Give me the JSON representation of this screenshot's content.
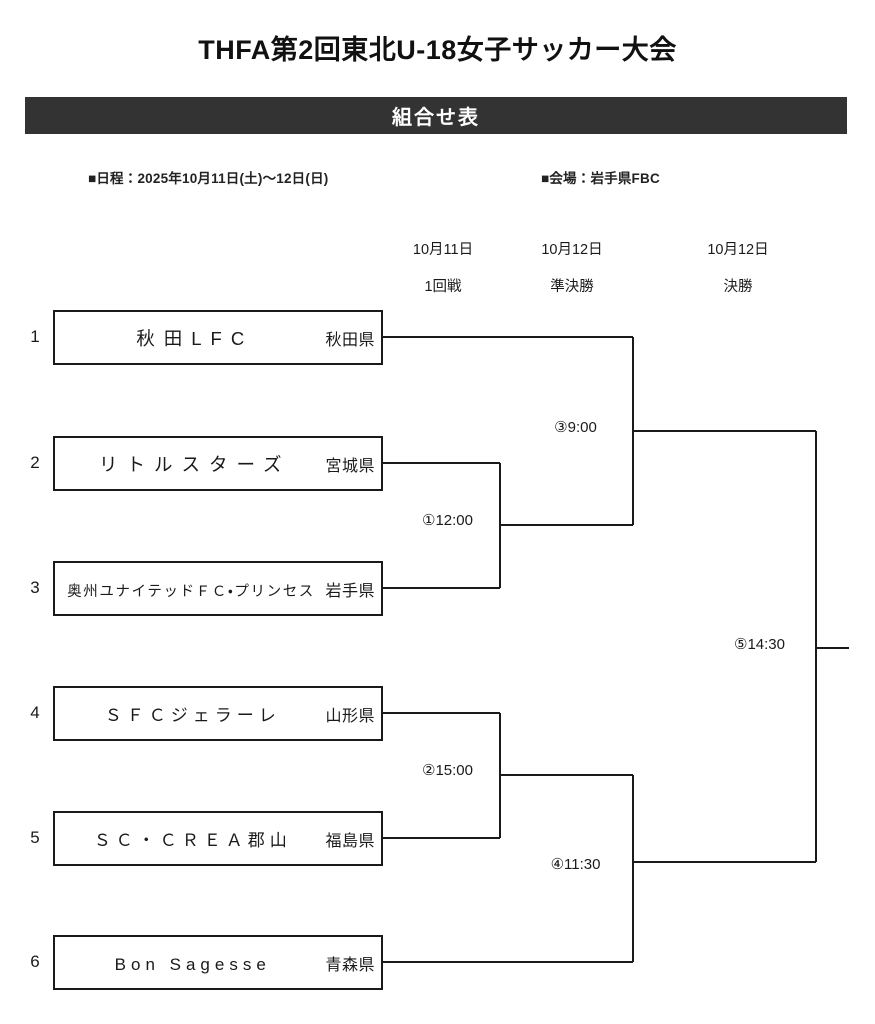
{
  "document": {
    "title": "THFA第2回東北U-18女子サッカー大会",
    "banner": "組合せ表",
    "schedule": "■日程：2025年10月11日(土)～12日(日)",
    "venue": "■会場：岩手県FBC",
    "banner_bg": "#333333",
    "line_color": "#1a1a1a"
  },
  "rounds": [
    {
      "date": "10月11日",
      "name": "1回戦"
    },
    {
      "date": "10月12日",
      "name": "準決勝"
    },
    {
      "date": "10月12日",
      "name": "決勝"
    }
  ],
  "teams": [
    {
      "seed": "1",
      "name": "秋田LFC",
      "prefecture": "秋田県"
    },
    {
      "seed": "2",
      "name": "リトルスターズ",
      "prefecture": "宮城県"
    },
    {
      "seed": "3",
      "name": "奥州ユナイテッドＦＣ・プリンセス",
      "prefecture": "岩手県"
    },
    {
      "seed": "4",
      "name": "ＳＦＣジェラーレ",
      "prefecture": "山形県"
    },
    {
      "seed": "5",
      "name": "ＳＣ・ＣＲＥＡ郡山",
      "prefecture": "福島県"
    },
    {
      "seed": "6",
      "name": "Bon Sagesse",
      "prefecture": "青森県"
    }
  ],
  "matches": [
    {
      "id": "1",
      "label": "①12:00",
      "round": "1回戦",
      "teams": [
        "2",
        "3"
      ]
    },
    {
      "id": "2",
      "label": "②15:00",
      "round": "1回戦",
      "teams": [
        "4",
        "5"
      ]
    },
    {
      "id": "3",
      "label": "③9:00",
      "round": "準決勝",
      "teams": [
        "1",
        "winner-1"
      ]
    },
    {
      "id": "4",
      "label": "④11:30",
      "round": "準決勝",
      "teams": [
        "winner-2",
        "6"
      ]
    },
    {
      "id": "5",
      "label": "⑤14:30",
      "round": "決勝",
      "teams": [
        "winner-3",
        "winner-4"
      ]
    }
  ],
  "chart_data": {
    "type": "table",
    "title": "THFA第2回東北U-18女子サッカー大会 組合せ表",
    "bracket_size": 6,
    "byes": [
      "1",
      "6"
    ],
    "rounds": [
      "1回戦",
      "準決勝",
      "決勝"
    ]
  }
}
